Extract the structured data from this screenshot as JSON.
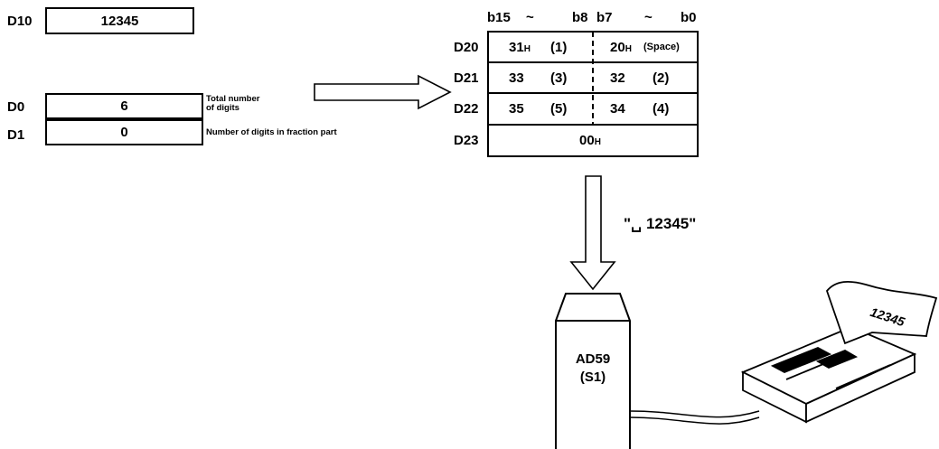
{
  "left": {
    "d10": {
      "reg": "D10",
      "value": "12345"
    },
    "d0": {
      "reg": "D0",
      "value": "6",
      "note_line1": "Total number",
      "note_line2": "of digits"
    },
    "d1": {
      "reg": "D1",
      "value": "0",
      "note": "Number of digits in fraction part"
    }
  },
  "table": {
    "header": {
      "b15": "b15",
      "tilde1": "~",
      "b8": "b8",
      "b7": "b7",
      "tilde2": "~",
      "b0": "b0"
    },
    "rows": [
      {
        "reg": "D20",
        "high_hex": "31",
        "high_suffix": "H",
        "high_label": "(1)",
        "low_hex": "20",
        "low_suffix": "H",
        "low_label": "(Space)"
      },
      {
        "reg": "D21",
        "high_hex": "33",
        "high_label": "(3)",
        "low_hex": "32",
        "low_label": "(2)"
      },
      {
        "reg": "D22",
        "high_hex": "35",
        "high_label": "(5)",
        "low_hex": "34",
        "low_label": "(4)"
      }
    ],
    "d23": {
      "reg": "D23",
      "value": "00",
      "suffix": "H"
    }
  },
  "output_string": "\"␣ 12345\"",
  "device": {
    "line1": "AD59",
    "line2": "(S1)"
  },
  "printer": {
    "paper_text": "12345"
  }
}
